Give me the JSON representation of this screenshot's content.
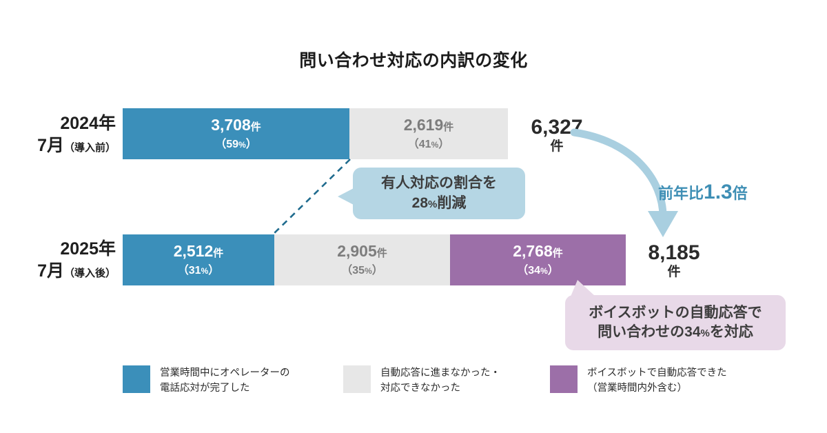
{
  "chart_data": {
    "type": "bar",
    "title": "問い合わせ対応の内訳の変化",
    "orientation": "horizontal-stacked",
    "xlabel": "",
    "ylabel": "",
    "grid": false,
    "legend_position": "bottom",
    "categories": [
      "2024年7月（導入前）",
      "2025年7月（導入後）"
    ],
    "series": [
      {
        "name": "営業時間中にオペレーターの電話応対が完了した",
        "color": "#3b8fba",
        "values": [
          3708,
          2512
        ],
        "percents": [
          59,
          31
        ]
      },
      {
        "name": "自動応答に進まなかった・対応できなかった",
        "color": "#e7e7e7",
        "values": [
          2619,
          2905
        ],
        "percents": [
          41,
          35
        ]
      },
      {
        "name": "ボイスボットで自動応答できた（営業時間内外含む）",
        "color": "#9c6fa8",
        "values": [
          0,
          2768
        ],
        "percents": [
          0,
          34
        ]
      }
    ],
    "totals": [
      6327,
      8185
    ],
    "annotations": [
      "有人対応の割合を28%削減",
      "ボイスボットの自動応答で問い合わせの34%を対応",
      "前年比1.3倍"
    ]
  },
  "title": "問い合わせ対応の内訳の変化",
  "rows": [
    {
      "label_line1": "2024年",
      "label_line2_main": "7月",
      "label_line2_small": "（導入前）",
      "segments": [
        {
          "value": "3,708",
          "unit": "件",
          "pct": "（59",
          "pct_sign": "%",
          "pct_close": "）",
          "color": "#3b8fba",
          "text_tone": "on-dark"
        },
        {
          "value": "2,619",
          "unit": "件",
          "pct": "（41",
          "pct_sign": "%",
          "pct_close": "）",
          "color": "#e7e7e7",
          "text_tone": "on-light"
        }
      ],
      "total_num": "6,327",
      "total_unit": "件"
    },
    {
      "label_line1": "2025年",
      "label_line2_main": "7月",
      "label_line2_small": "（導入後）",
      "segments": [
        {
          "value": "2,512",
          "unit": "件",
          "pct": "（31",
          "pct_sign": "%",
          "pct_close": "）",
          "color": "#3b8fba",
          "text_tone": "on-dark"
        },
        {
          "value": "2,905",
          "unit": "件",
          "pct": "（35",
          "pct_sign": "%",
          "pct_close": "）",
          "color": "#e7e7e7",
          "text_tone": "on-light"
        },
        {
          "value": "2,768",
          "unit": "件",
          "pct": "（34",
          "pct_sign": "%",
          "pct_close": "）",
          "color": "#9c6fa8",
          "text_tone": "on-dark"
        }
      ],
      "total_num": "8,185",
      "total_unit": "件"
    }
  ],
  "callouts": {
    "blue": {
      "line1": "有人対応の割合を",
      "line2_a": "28",
      "line2_pct": "%",
      "line2_b": "削減",
      "bg": "#b5d6e4"
    },
    "purple": {
      "line1": "ボイスボットの自動応答で",
      "line2_a": "問い合わせの34",
      "line2_pct": "%",
      "line2_b": "を対応",
      "bg": "#e8d9e8"
    }
  },
  "growth": {
    "prefix": "前年比",
    "number": "1.3",
    "suffix": "倍",
    "color": "#3f8fb5"
  },
  "legend": [
    {
      "color": "#3b8fba",
      "line1": "営業時間中にオペレーターの",
      "line2": "電話応対が完了した"
    },
    {
      "color": "#e7e7e7",
      "line1": "自動応答に進まなかった・",
      "line2": "対応できなかった"
    },
    {
      "color": "#9c6fa8",
      "line1": "ボイスボットで自動応答できた",
      "line2": "（営業時間内外含む）"
    }
  ]
}
